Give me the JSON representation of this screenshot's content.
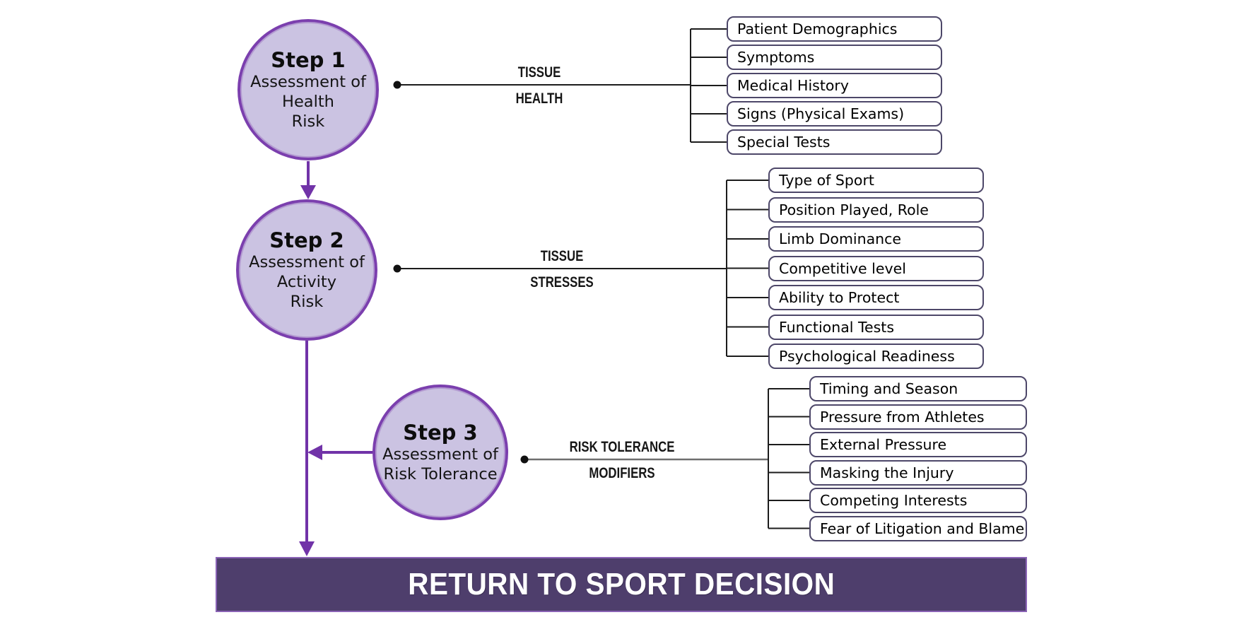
{
  "diagram_title": "Return to Sport Decision flow",
  "colors": {
    "circle_fill": "#cbc3e2",
    "circle_border": "#7b3fae",
    "arrow_purple": "#7133a8",
    "connector_black": "#1c1c1c",
    "connector_gray": "#6f6f6f",
    "box_border": "#4d4769",
    "footer_fill": "#4e3e6c",
    "footer_border": "#8a63b5",
    "footer_text": "#ffffff"
  },
  "steps": [
    {
      "title": "Step 1",
      "lines": [
        "Assessment of",
        "Health",
        "Risk"
      ],
      "connector_label": [
        "TISSUE",
        "HEALTH"
      ],
      "items": [
        "Patient Demographics",
        "Symptoms",
        "Medical History",
        "Signs (Physical Exams)",
        "Special Tests"
      ]
    },
    {
      "title": "Step 2",
      "lines": [
        "Assessment of",
        "Activity",
        "Risk"
      ],
      "connector_label": [
        "TISSUE",
        "STRESSES"
      ],
      "items": [
        "Type of Sport",
        "Position Played, Role",
        "Limb Dominance",
        "Competitive level",
        "Ability to Protect",
        "Functional Tests",
        "Psychological Readiness"
      ]
    },
    {
      "title": "Step 3",
      "lines": [
        "Assessment of",
        "Risk Tolerance"
      ],
      "connector_label": [
        "RISK TOLERANCE",
        "MODIFIERS"
      ],
      "items": [
        "Timing and Season",
        "Pressure from Athletes",
        "External Pressure",
        "Masking the Injury",
        "Competing Interests",
        "Fear of Litigation and Blame"
      ]
    }
  ],
  "footer": {
    "label": "RETURN TO SPORT DECISION"
  }
}
